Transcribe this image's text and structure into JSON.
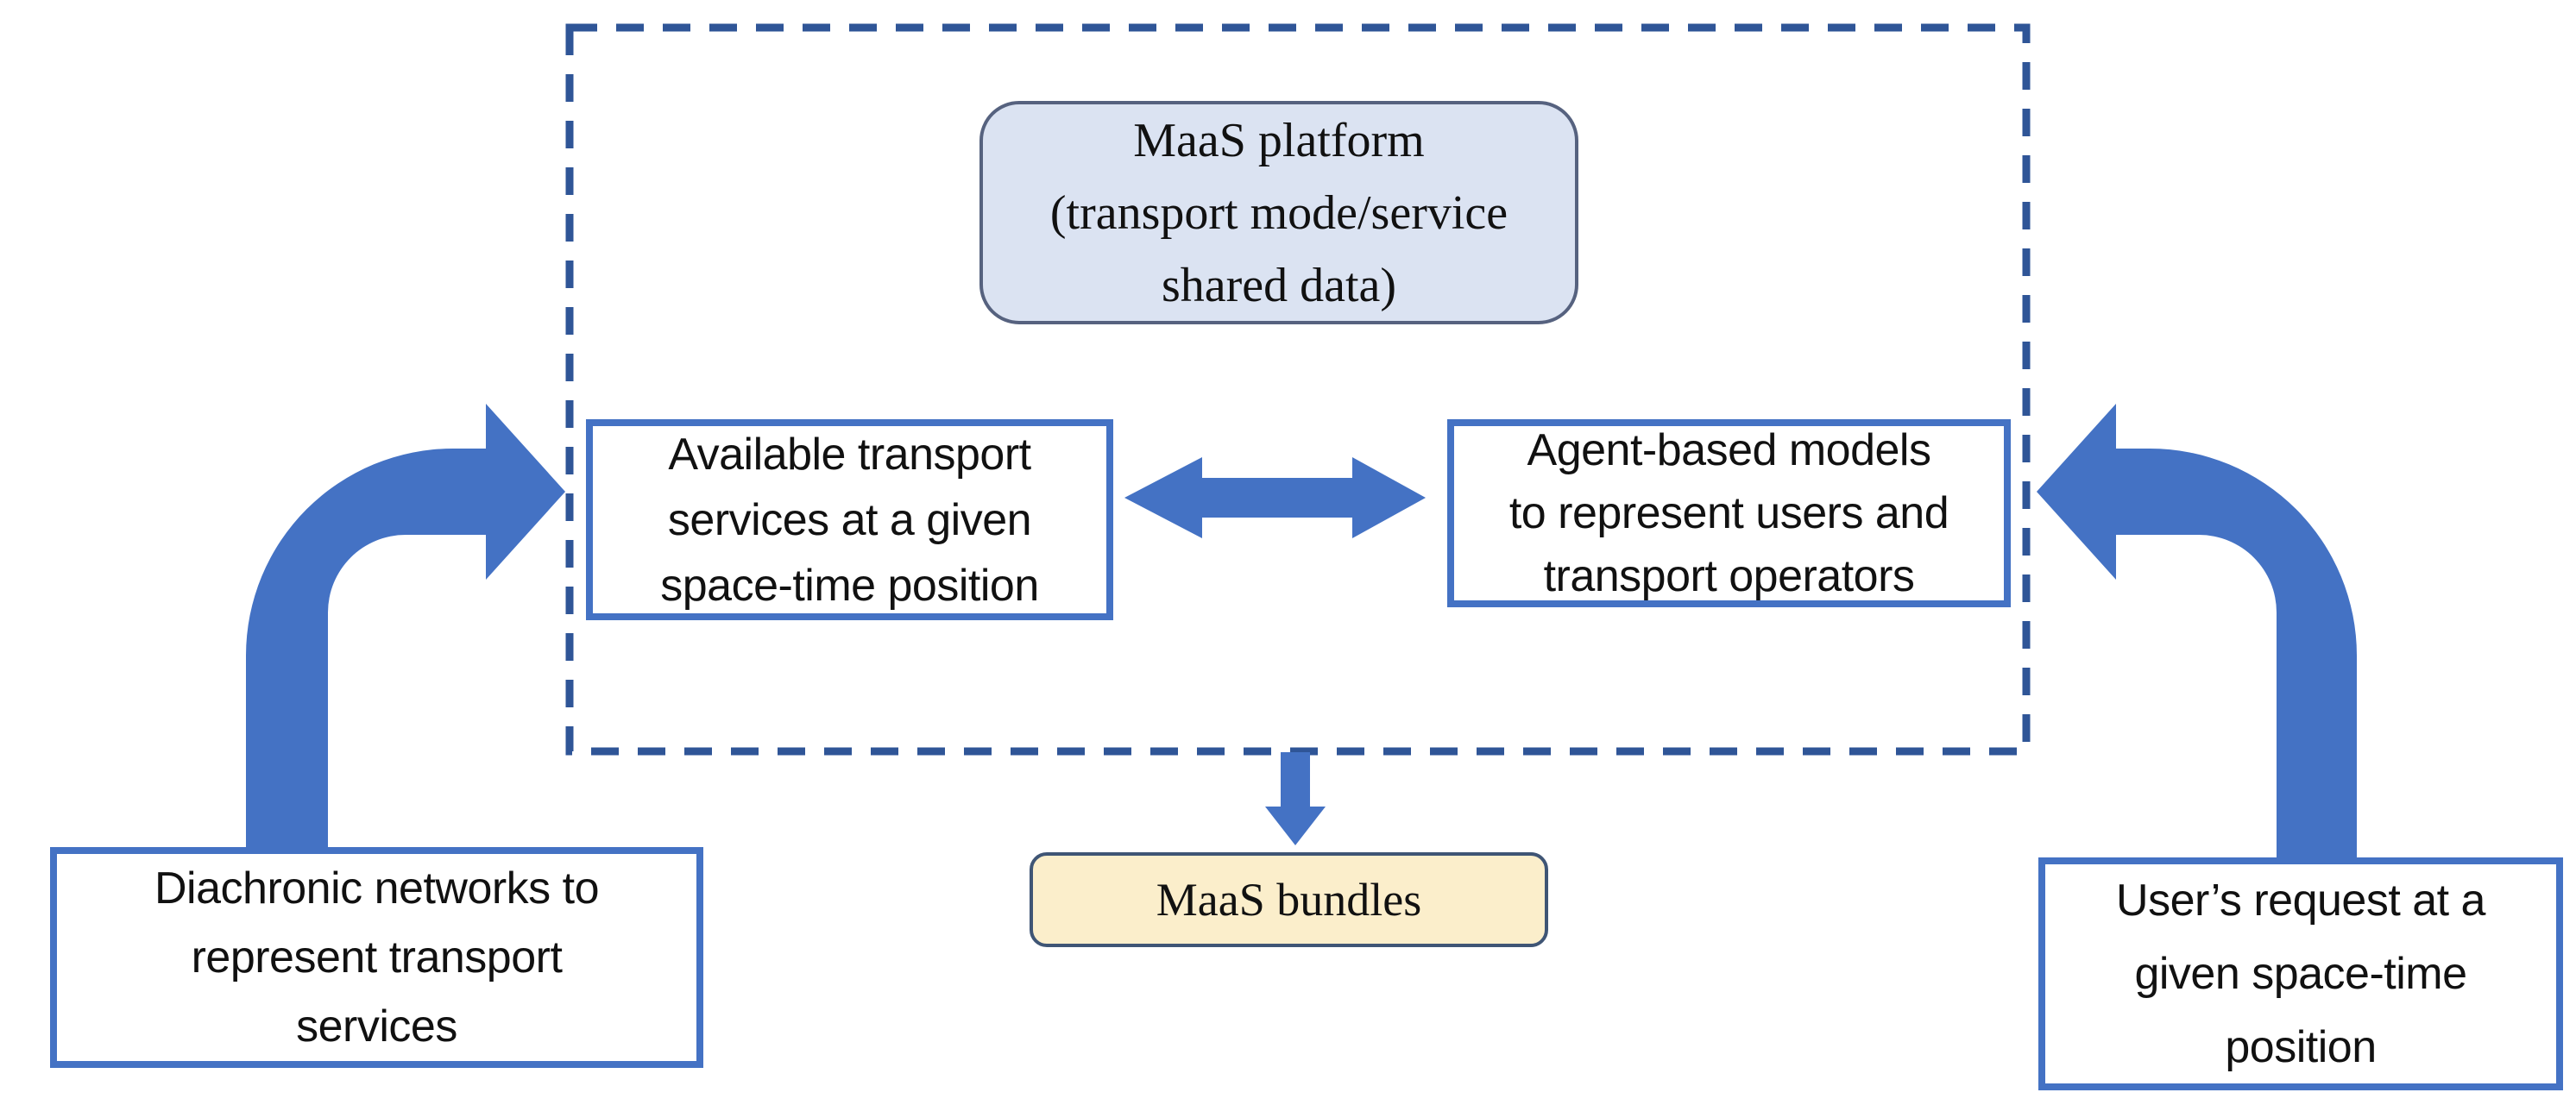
{
  "colors": {
    "background": "#ffffff",
    "text": "#111111",
    "arrow_blue": "#4472c4",
    "box_border_blue": "#4472c4",
    "dashed_border": "#2f5597",
    "platform_fill": "#dbe3f2",
    "platform_border": "#56627f",
    "bundles_fill": "#fbeecb",
    "bundles_border": "#3f5575"
  },
  "diagram": {
    "platform": {
      "label": "MaaS platform\n(transport mode/service\nshared data)"
    },
    "available_services": {
      "label": "Available transport\nservices at a given\nspace-time position"
    },
    "agent_models": {
      "label": "Agent-based models\nto represent users and\ntransport operators"
    },
    "bundles": {
      "label": "MaaS bundles"
    },
    "diachronic_networks": {
      "label": "Diachronic networks to\nrepresent transport\nservices"
    },
    "user_request": {
      "label": "User’s request at a\ngiven space-time\nposition"
    }
  }
}
